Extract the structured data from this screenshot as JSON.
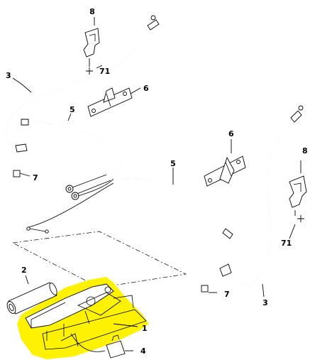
{
  "callouts": {
    "c8_top": "8",
    "c71_top": "71",
    "c3_left": "3",
    "c6_top": "6",
    "c5_left": "5",
    "c7_left": "7",
    "c6_right": "6",
    "c8_right": "8",
    "c5_right": "5",
    "c71_right": "71",
    "c2": "2",
    "c7_bottom": "7",
    "c3_bottom": "3",
    "c1": "1",
    "c4": "4"
  },
  "colors": {
    "highlight": "#fff200",
    "line": "#000000",
    "background": "#ffffff"
  }
}
